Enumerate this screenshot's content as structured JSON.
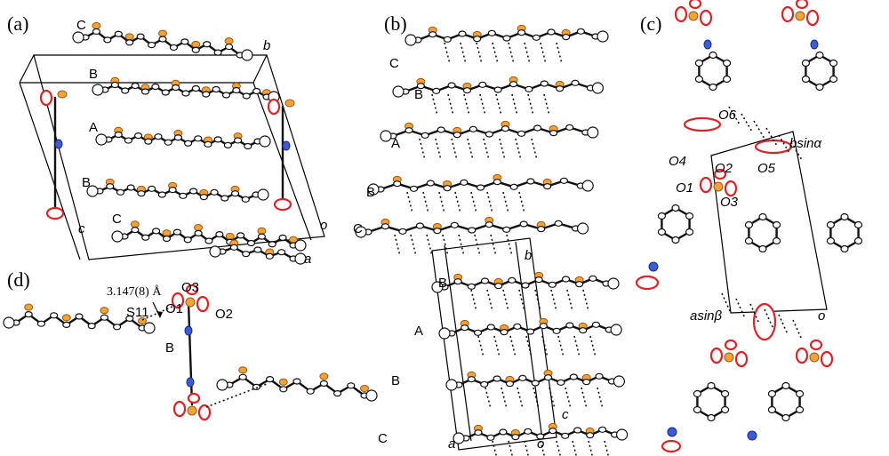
{
  "panels": {
    "a": {
      "label": "(a)",
      "molecule_labels": [
        "C",
        "B",
        "A",
        "B",
        "C"
      ],
      "axis_labels": {
        "b": "b",
        "c": "c",
        "o": "o",
        "a": "a"
      }
    },
    "b": {
      "label": "(b)",
      "left_labels": [
        "C",
        "B",
        "A",
        "B",
        "C",
        "B",
        "A",
        "B",
        "C"
      ],
      "axis_labels": {
        "b": "b",
        "c": "c",
        "a": "a",
        "o": "o"
      }
    },
    "c": {
      "label": "(c)",
      "atom_labels": [
        "O6",
        "O4",
        "O2",
        "O5",
        "O1",
        "O3"
      ],
      "axis_bsin": "bsinα",
      "axis_asin": "asinβ",
      "axis_o": "o"
    },
    "d": {
      "label": "(d)",
      "distance": "3.147(8) Å",
      "atom_labels": [
        "S11",
        "O1",
        "O3",
        "O2",
        "B"
      ]
    }
  },
  "colors": {
    "sulfur": "#f2a23a",
    "oxygen": "#d9242a",
    "nitrogen": "#3c5bd8",
    "carbon": "#ffffff"
  }
}
